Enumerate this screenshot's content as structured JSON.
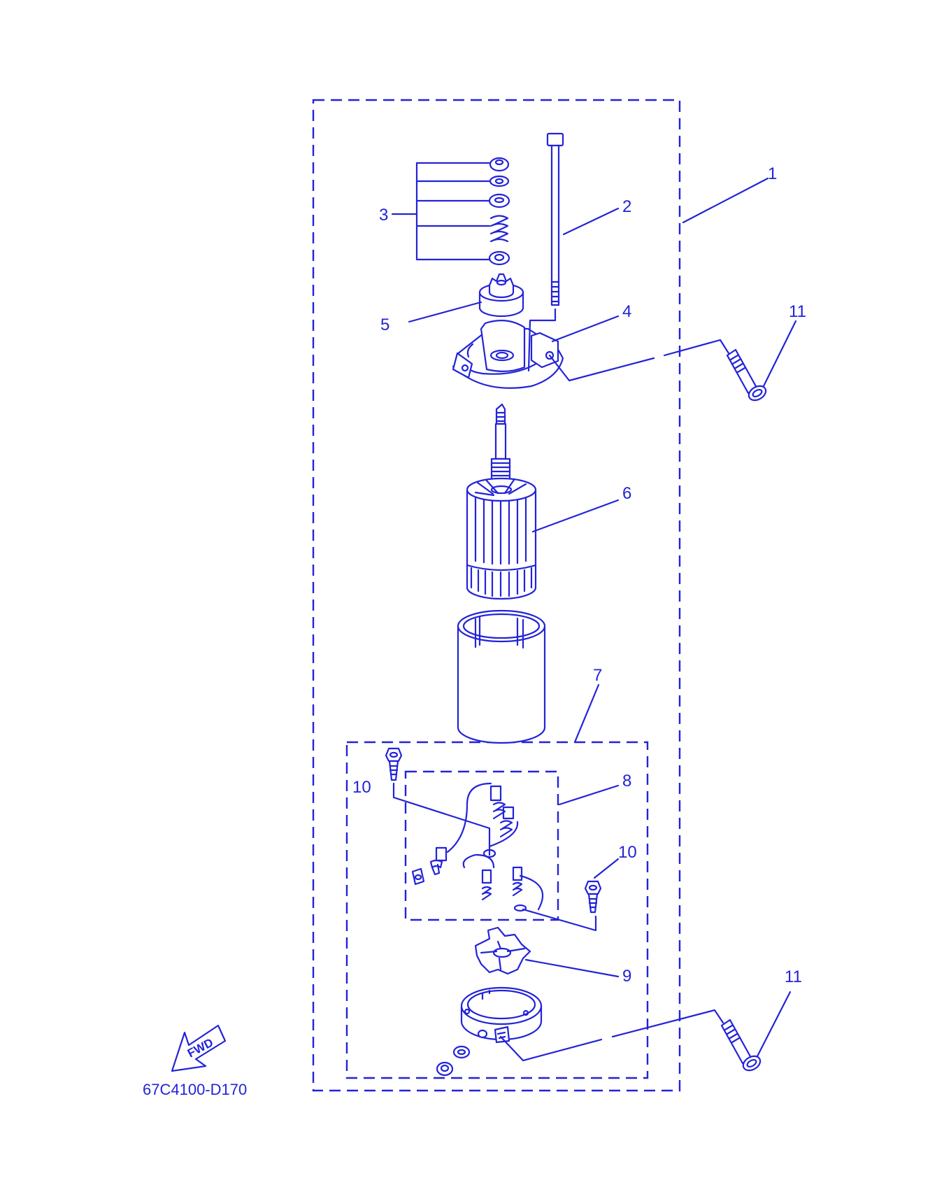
{
  "diagram": {
    "part_code": "67C4100-D170",
    "fwd_label": "FWD",
    "callouts": [
      "1",
      "2",
      "3",
      "4",
      "5",
      "6",
      "7",
      "8",
      "9",
      "10",
      "10",
      "11",
      "11"
    ],
    "line_color": "#2323d8"
  }
}
